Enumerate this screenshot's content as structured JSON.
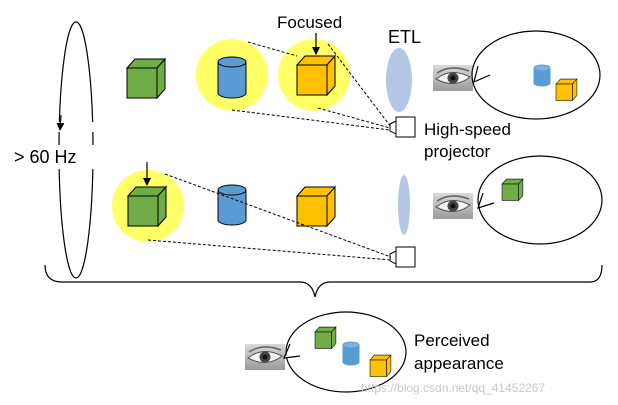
{
  "labels": {
    "focused": "Focused",
    "etl": "ETL",
    "projector_line1": "High-speed",
    "projector_line2": "projector",
    "frequency": "> 60 Hz",
    "perceived_line1": "Perceived",
    "perceived_line2": "appearance",
    "watermark": "https://blog.csdn.net/qq_41452267"
  },
  "colors": {
    "cube_green": "#70ad47",
    "cube_orange": "#ffc000",
    "cylinder_blue": "#5b9bd5",
    "highlight": "#ffff66",
    "lens": "#b4c7e7",
    "stroke": "#000000"
  },
  "rows": [
    {
      "name": "row-top",
      "focused_object": "orange-cube"
    },
    {
      "name": "row-bottom",
      "focused_object": "green-cube"
    }
  ],
  "icons": {
    "eye": "eye-icon",
    "cube": "cube-icon",
    "cylinder": "cylinder-icon",
    "lens": "lens-icon",
    "projector": "projector-icon"
  }
}
